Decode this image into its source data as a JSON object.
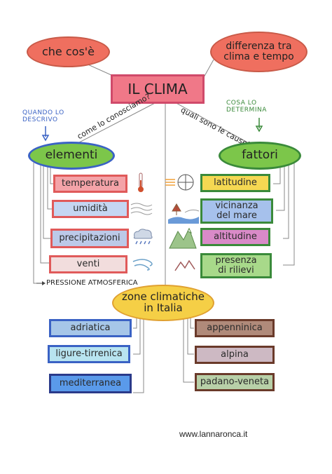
{
  "title": "IL CLIMA",
  "top_left_oval": "che cos'è",
  "top_right_oval": [
    "differenza tra",
    "clima e tempo"
  ],
  "note_left": [
    "QUANDO LO",
    "DESCRIVO"
  ],
  "note_right": [
    "COSA LO",
    "DETERMINA"
  ],
  "question_left": "come lo conosciamo?",
  "question_right": "quali sono le cause?",
  "elementi": {
    "label": "elementi",
    "items": [
      "temperatura",
      "umidità",
      "precipitazioni",
      "venti"
    ],
    "extra": "PRESSIONE ATMOSFERICA"
  },
  "fattori": {
    "label": "fattori",
    "items": [
      [
        "latitudine"
      ],
      [
        "vicinanza",
        "del mare"
      ],
      [
        "altitudine"
      ],
      [
        "presenza",
        "di rilievi"
      ]
    ]
  },
  "zone": {
    "label": [
      "zone climatiche",
      "in Italia"
    ],
    "left": [
      "adriatica",
      "ligure-tirrenica",
      "mediterranea"
    ],
    "right": [
      "appenninica",
      "alpina",
      "padano-veneta"
    ]
  },
  "footer": "www.lannaronca.it",
  "colors": {
    "oval_red": "#ef6f5f",
    "title_pink": "#f07888",
    "green": "#7cc64a",
    "blue": "#3a62c4",
    "yellow": "#f5cf46",
    "orange": "#f29a3a"
  }
}
